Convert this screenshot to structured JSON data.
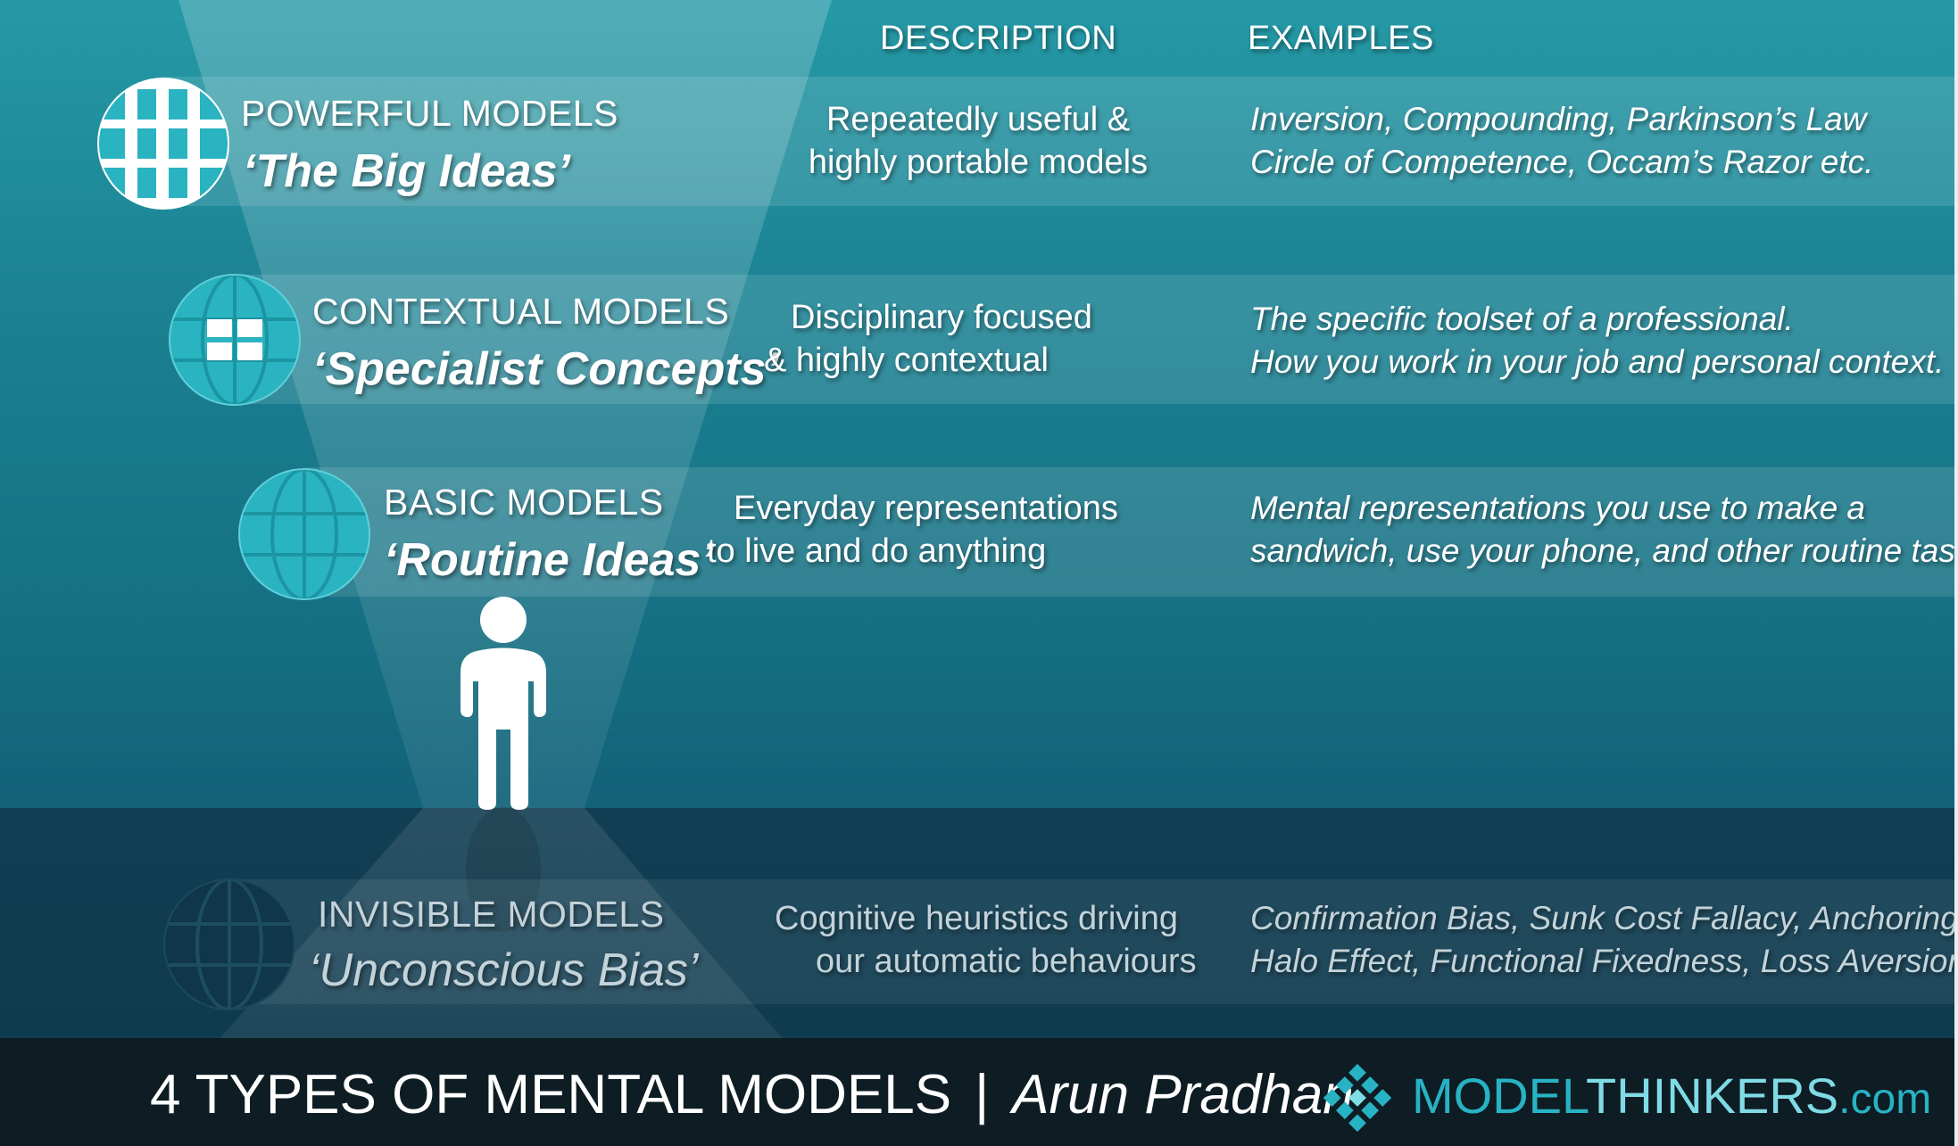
{
  "headers": {
    "description": "DESCRIPTION",
    "examples": "EXAMPLES"
  },
  "models": [
    {
      "category": "POWERFUL MODELS",
      "name": "‘The Big Ideas’",
      "description": [
        "Repeatedly useful &",
        "highly portable models"
      ],
      "examples": [
        "Inversion, Compounding, Parkinson’s Law",
        "Circle of Competence, Occam’s Razor etc."
      ],
      "icon": "globe-icon"
    },
    {
      "category": "CONTEXTUAL MODELS",
      "name": "‘Specialist Concepts’",
      "description": [
        "Disciplinary focused",
        "& highly contextual"
      ],
      "examples": [
        "The specific toolset of a professional.",
        "How you work in your job and personal context."
      ],
      "icon": "globe-icon"
    },
    {
      "category": "BASIC MODELS",
      "name": "‘Routine Ideas’",
      "description": [
        "Everyday representations",
        "to live and do anything"
      ],
      "examples": [
        "Mental representations you use to make a",
        "sandwich, use your phone, and other routine tasks."
      ],
      "icon": "globe-icon"
    },
    {
      "category": "INVISIBLE MODELS",
      "name": "‘Unconscious Bias’",
      "description": [
        "Cognitive heuristics driving",
        "our automatic behaviours"
      ],
      "examples": [
        "Confirmation Bias, Sunk Cost Fallacy, Anchoring,",
        "Halo Effect, Functional Fixedness, Loss Aversion etc."
      ],
      "icon": "globe-icon"
    }
  ],
  "footer": {
    "title": "4 TYPES OF MENTAL MODELS",
    "separator": "|",
    "author": "Arun Pradhan"
  },
  "logo": {
    "part1": "MODEL",
    "part2": "THINKERS",
    "part3": ".com",
    "icon": "diamond-grid-icon"
  },
  "colors": {
    "background_top": "#2599a6",
    "background_bottom": "#12627a",
    "underground": "#0f3b4f",
    "footer": "#0e1c23",
    "globe_light": "#2ab3c0",
    "globe_dark": "#10364a",
    "logo_accent": "#27b3c4"
  }
}
